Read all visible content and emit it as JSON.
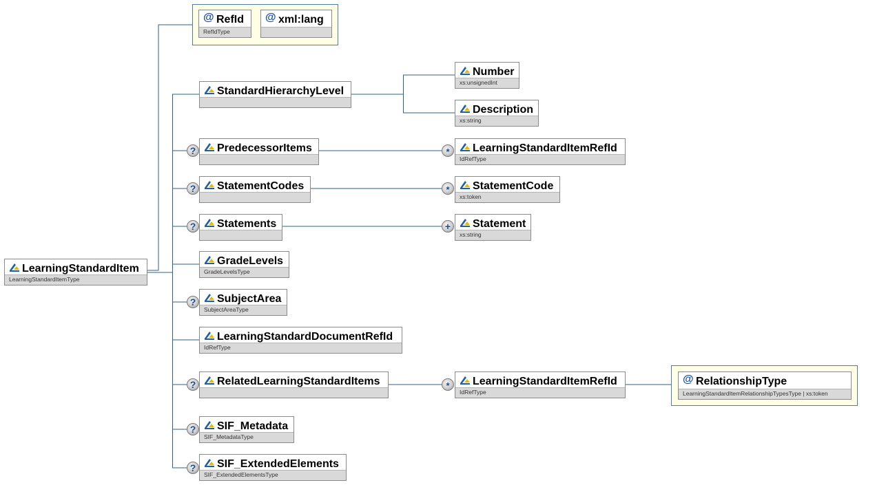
{
  "root": {
    "name": "LearningStandardItem",
    "type": "LearningStandardItemType"
  },
  "attributes": [
    {
      "name": "RefId",
      "type": "RefIdType"
    },
    {
      "name": "xml:lang",
      "type": ""
    }
  ],
  "children": [
    {
      "name": "StandardHierarchyLevel",
      "type": ""
    },
    {
      "name": "PredecessorItems",
      "type": "",
      "optional_marker": "?"
    },
    {
      "name": "StatementCodes",
      "type": "",
      "optional_marker": "?"
    },
    {
      "name": "Statements",
      "type": "",
      "optional_marker": "?"
    },
    {
      "name": "GradeLevels",
      "type": "GradeLevelsType"
    },
    {
      "name": "SubjectArea",
      "type": "SubjectAreaType",
      "optional_marker": "?"
    },
    {
      "name": "LearningStandardDocumentRefId",
      "type": "IdRefType"
    },
    {
      "name": "RelatedLearningStandardItems",
      "type": "",
      "optional_marker": "?"
    },
    {
      "name": "SIF_Metadata",
      "type": "SIF_MetadataType",
      "optional_marker": "?"
    },
    {
      "name": "SIF_ExtendedElements",
      "type": "SIF_ExtendedElementsType",
      "optional_marker": "?"
    }
  ],
  "hierarchy_children": [
    {
      "name": "Number",
      "type": "xs:unsignedInt"
    },
    {
      "name": "Description",
      "type": "xs:string"
    }
  ],
  "repeating": [
    {
      "name": "LearningStandardItemRefId",
      "type": "IdRefType",
      "marker": "*"
    },
    {
      "name": "StatementCode",
      "type": "xs:token",
      "marker": "*"
    },
    {
      "name": "Statement",
      "type": "xs:string",
      "marker": "+"
    },
    {
      "name": "LearningStandardItemRefId",
      "type": "IdRefType",
      "marker": "*"
    }
  ],
  "relationship_attribute": {
    "name": "RelationshipType",
    "type": "LearningStandardItemRelationshipTypesType | xs:token"
  },
  "colors": {
    "line": "#2f5f87",
    "group_bg": "#ffffe6",
    "group_border": "#4f7ca3",
    "type_bar": "#d9d9d9",
    "box_border": "#8a8a8a"
  }
}
